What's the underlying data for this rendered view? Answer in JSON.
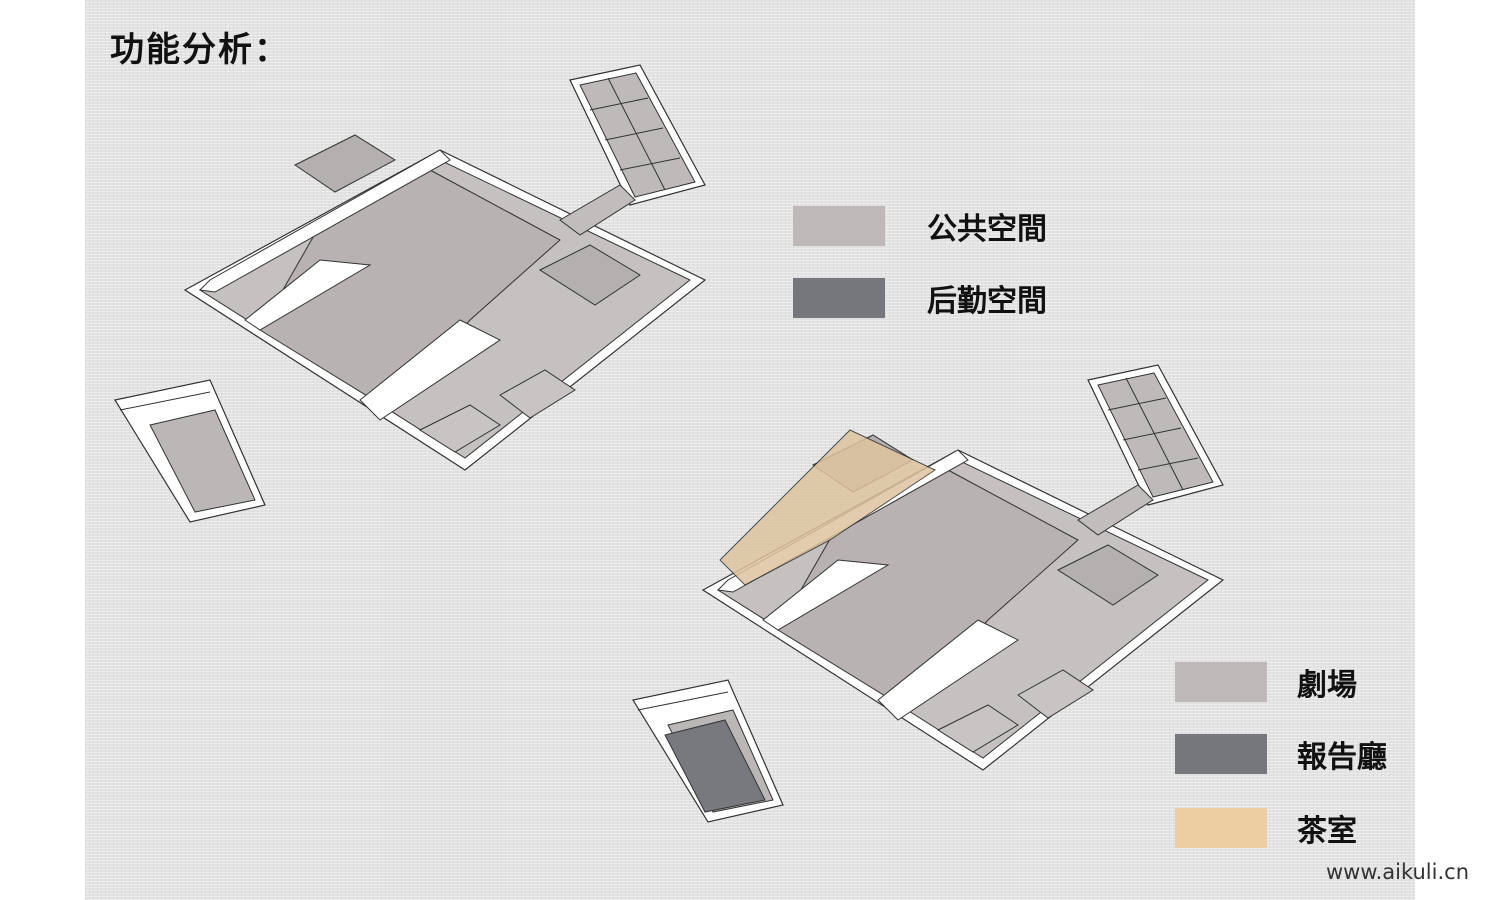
{
  "title": "功能分析：",
  "legend_upper": [
    {
      "label": "公共空間",
      "color": "#beb8b9"
    },
    {
      "label": "后勤空間",
      "color": "#75777c"
    }
  ],
  "legend_lower": [
    {
      "label": "劇場",
      "color": "#beb8b9"
    },
    {
      "label": "報告廳",
      "color": "#75777c"
    },
    {
      "label": "茶室",
      "color": "#edcda2"
    }
  ],
  "colors": {
    "wall": "#ffffff",
    "outline": "#333333"
  },
  "watermark": "www.aikuli.cn"
}
